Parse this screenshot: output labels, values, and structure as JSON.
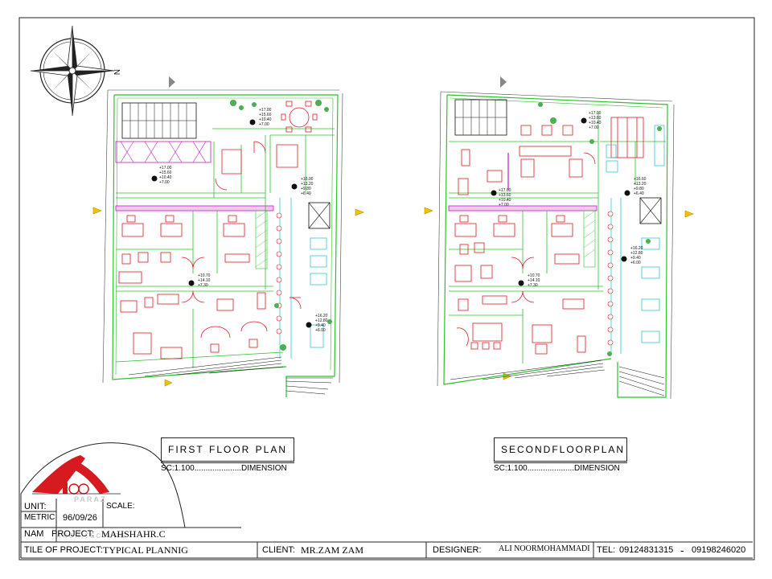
{
  "compass": {
    "north_label": "N"
  },
  "plans": [
    {
      "title_words": [
        "FIRST",
        "FLOOR",
        "PLAN"
      ],
      "scale_text": "SC:1.100.....................DIMENSION"
    },
    {
      "title_words": [
        "SECOND",
        "FLOOR",
        "PLAN"
      ],
      "scale_text": "SC:1.100.....................DIMENSION"
    }
  ],
  "levels": {
    "first_a": [
      "+17.00",
      "+15.60",
      "+10.40",
      "+7.00"
    ],
    "first_b": [
      "+17.00",
      "+15.60",
      "+10.40",
      "+7.00"
    ],
    "first_c": [
      "+10.70",
      "+14.10",
      "+7.30"
    ],
    "first_d": [
      "+16.00",
      "+13.20",
      "+9.80",
      "+6.40"
    ],
    "first_e": [
      "+16.20",
      "+12.80",
      "+9.40",
      "+6.00"
    ],
    "second_a": [
      "+17.00",
      "+13.60",
      "+10.40",
      "+7.00"
    ],
    "second_b": [
      "+17.00",
      "+13.60",
      "+10.40",
      "+7.00"
    ],
    "second_c": [
      "+10.70",
      "+14.10",
      "+7.30"
    ],
    "second_d": [
      "+16.60",
      "+13.20",
      "+9.80",
      "+6.40"
    ],
    "second_e": [
      "+16.20",
      "+12.80",
      "+9.40",
      "+6.00"
    ]
  },
  "logo": {
    "name": "PARAZ",
    "tagline": "ARCHITECTURE"
  },
  "title_block": {
    "unit_label": "UNIT:",
    "unit_value": "METRIC",
    "scale_label": "SCALE:",
    "date": "96/09/26",
    "name_label": "NAM",
    "project_label": "PROJECT:",
    "project_value": "MAHSHAHR.C",
    "title_label": "TILE OF PROJECT:",
    "title_value": "TYPICAL PLANNIG",
    "client_label": "CLIENT:",
    "client_value": "MR.ZAM ZAM",
    "designer_label": "DESIGNER:",
    "designer_value": "ALI NOORMOHAMMADI",
    "tel_label": "TEL:",
    "tel_1": "09124831315",
    "tel_sep": "-",
    "tel_2": "09198246020"
  },
  "colors": {
    "wall_green": "#2fbf2f",
    "furniture_red": "#d81f26",
    "hatch_magenta": "#c21bc2",
    "stair_cyan": "#1fb8d1",
    "plant_green": "#4caf50",
    "marker_yellow": "#f2c100",
    "logo_red": "#d71920",
    "ink": "#111111"
  }
}
